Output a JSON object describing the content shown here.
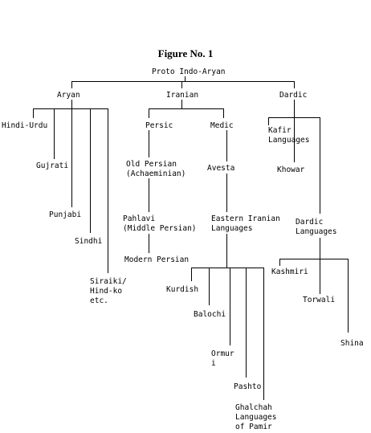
{
  "title": "Figure No. 1",
  "nodes": {
    "root": "Proto Indo-Aryan",
    "aryan": "Aryan",
    "iranian": "Iranian",
    "dardic": "Dardic",
    "hindi_urdu": "Hindi-Urdu",
    "gujrati": "Gujrati",
    "punjabi": "Punjabi",
    "sindhi": "Sindhi",
    "siraiki": "Siraiki/\nHind-ko\netc.",
    "persic": "Persic",
    "medic": "Medic",
    "old_persian": "Old Persian\n(Achaeminian)",
    "pahlavi": "Pahlavi\n(Middle Persian)",
    "modern_persian": "Modern Persian",
    "avesta": "Avesta",
    "eastern_iranian": "Eastern Iranian\nLanguages",
    "kurdish": "Kurdish",
    "balochi": "Balochi",
    "ormuri": "Ormur\ni",
    "pashto": "Pashto",
    "ghalchah": "Ghalchah\nLanguages\nof Pamir",
    "kafir": "Kafir\nLanguages",
    "khowar": "Khowar",
    "dardic_languages": "Dardic\nLanguages",
    "kashmiri": "Kashmiri",
    "torwali": "Torwali",
    "shina": "Shina"
  }
}
